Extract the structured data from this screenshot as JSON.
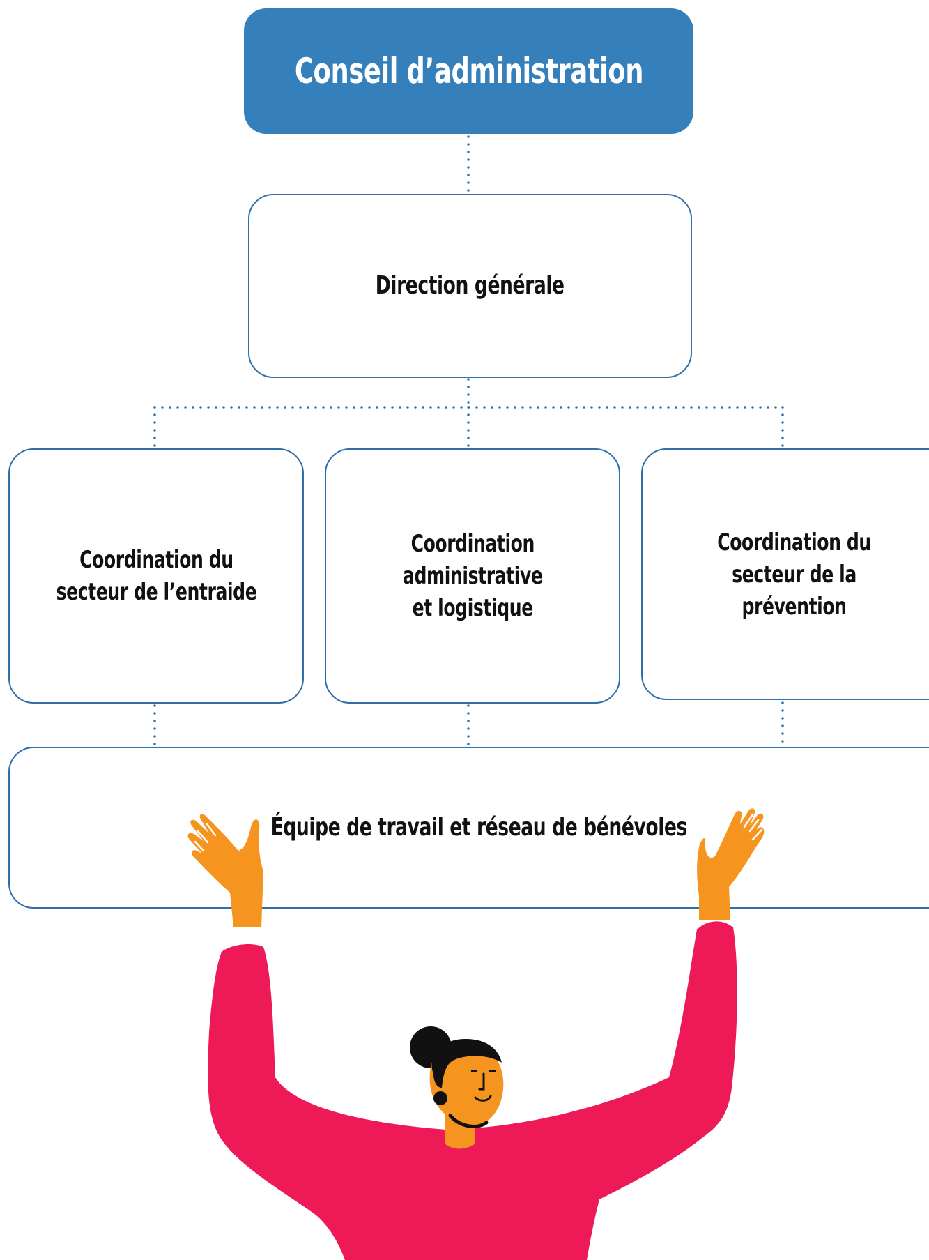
{
  "colors": {
    "board_fill": "#3580ba",
    "box_border": "#2f6faa",
    "connector": "#2f6faa",
    "sweater": "#ee1a58",
    "skin": "#f5951f",
    "hair": "#111111"
  },
  "diagram": {
    "board": {
      "label": "Conseil d’administration"
    },
    "direction": {
      "label": "Direction générale"
    },
    "coordinations": [
      {
        "label": "Coordination du\nsecteur de l’entraide"
      },
      {
        "label": "Coordination\nadministrative\net logistique"
      },
      {
        "label": "Coordination du\nsecteur de la\nprévention"
      }
    ],
    "team": {
      "label": "Équipe de travail et réseau de bénévoles"
    }
  },
  "illustration": {
    "subject": "person-holding-chart-illustration"
  }
}
